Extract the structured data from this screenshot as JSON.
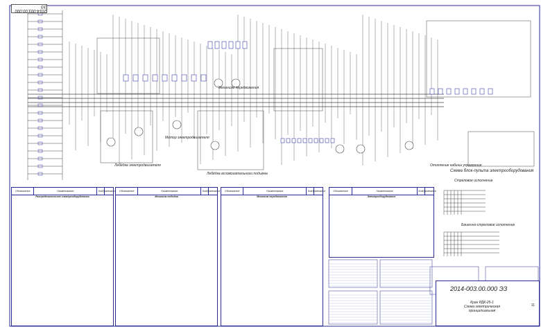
{
  "stamp": "2014-003.00.000 ЭЗ",
  "labels": {
    "travel_mechanism": "Механизм передвижения",
    "main_hoist": "Лебёдка электродвигателя",
    "motor": "Мотор электродвигателя",
    "aux_hoist": "Лебёдка вспомогательного подъёма",
    "cab_heating": "Отопление кабины управления",
    "console_scheme": "Схема блок-пульта электрооборудования",
    "boom_version": "Стреловое исполнение",
    "tower_boom_version": "Башенно-стреловое исполнение"
  },
  "tables": [
    {
      "headers": [
        "Обозначение",
        "Наименование",
        "Кол.",
        "Примечание"
      ],
      "section": "Распределительное электрооборудование"
    },
    {
      "headers": [
        "Обозначение",
        "Наименование",
        "Кол.",
        "Примечание"
      ],
      "section": "Механизм подъёма"
    },
    {
      "headers": [
        "Обозначение",
        "Наименование",
        "Кол.",
        "Примечание"
      ],
      "section": "Механизм передвижения"
    },
    {
      "headers": [
        "Обозначение",
        "Наименование",
        "Кол.",
        "Примечание"
      ],
      "section": "Электрооборудование"
    }
  ],
  "title_block": {
    "doc_number": "2014-003.00.000 ЭЗ",
    "name_line1": "Кран РДК-25-1",
    "name_line2": "Схема электрическая",
    "name_line3": "принципиальная",
    "sheet": "11"
  },
  "colors": {
    "line": "#2a2a90",
    "wire": "#444444",
    "component": "#3a3ab0"
  }
}
